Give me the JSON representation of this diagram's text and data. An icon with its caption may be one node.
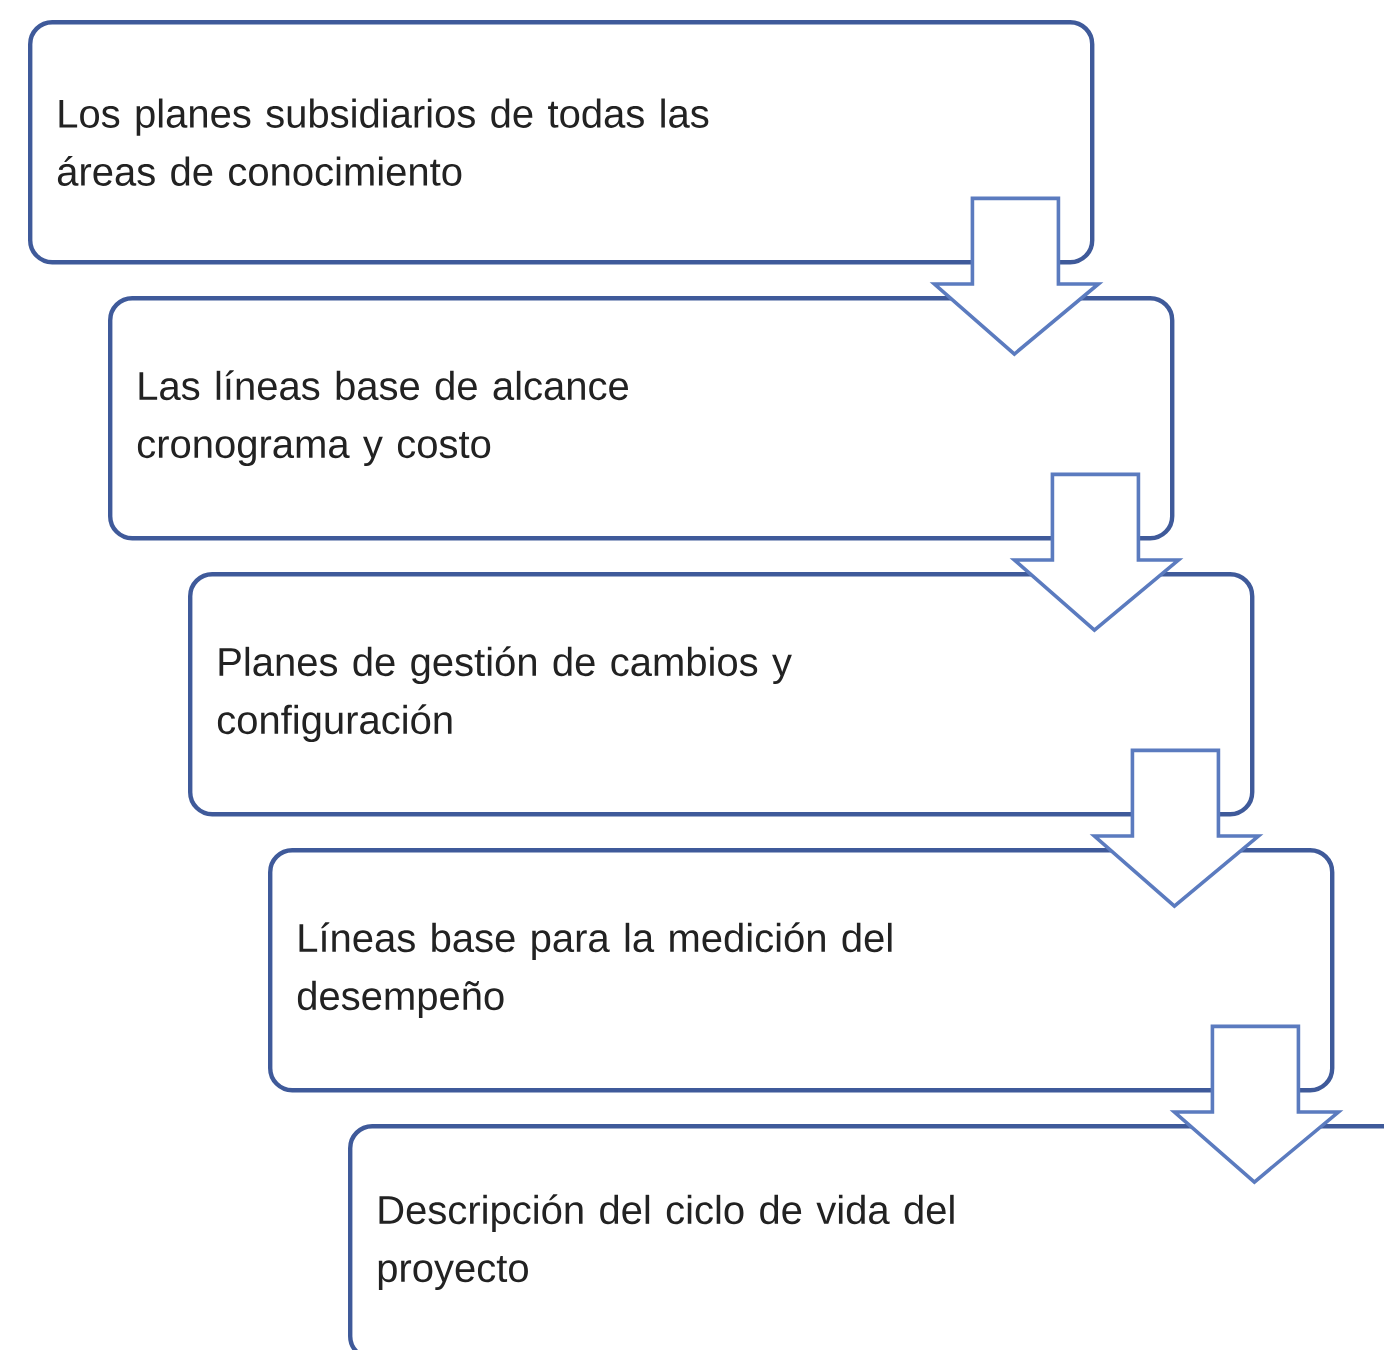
{
  "diagram": {
    "nodes": [
      {
        "text": [
          "Los planes subsidiarios de todas las áreas de conocimiento"
        ]
      },
      {
        "text": [
          "Las líneas base de alcance cronograma y costo"
        ]
      },
      {
        "text": [
          "Planes de gestión de cambios y configuración"
        ]
      },
      {
        "text": [
          "Líneas base para la medición del desempeño"
        ]
      },
      {
        "text": [
          "Descripción del ciclo de vida del proyecto"
        ]
      }
    ],
    "edges": [
      {
        "from": 0,
        "to": 1,
        "arrow": "to"
      },
      {
        "from": 1,
        "to": 2,
        "arrow": "to"
      },
      {
        "from": 2,
        "to": 3,
        "arrow": "to"
      },
      {
        "from": 3,
        "to": 4,
        "arrow": "to"
      }
    ]
  }
}
